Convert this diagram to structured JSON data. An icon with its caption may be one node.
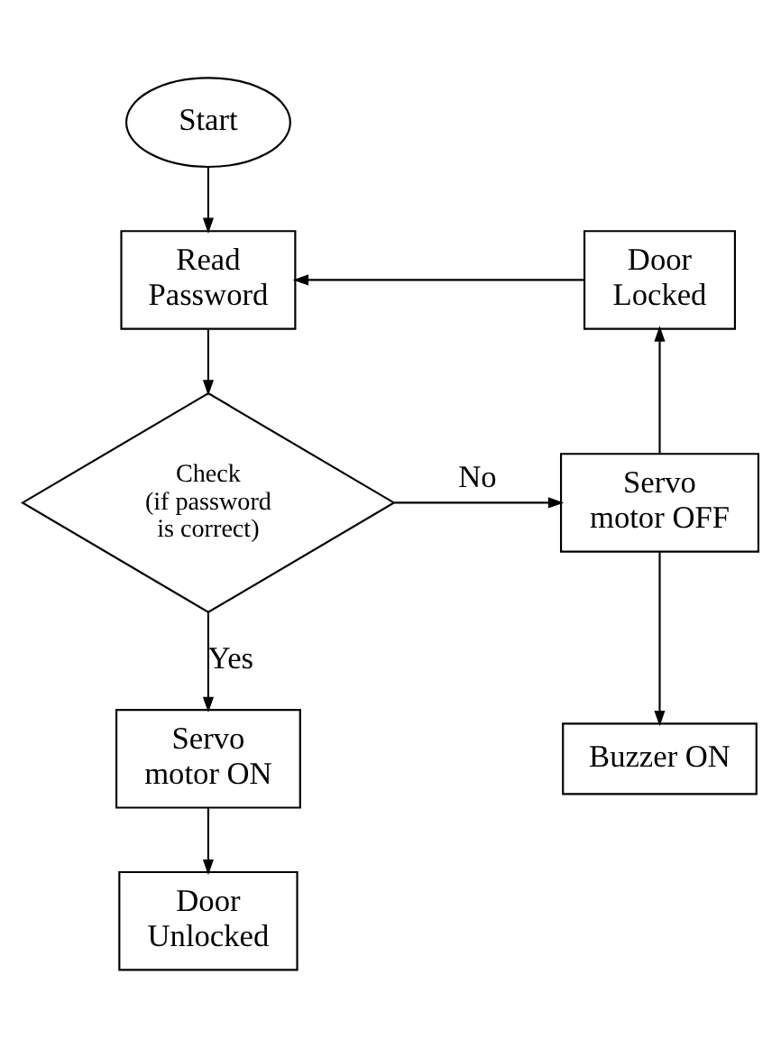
{
  "diagram": {
    "nodes": [
      {
        "text": [
          "Start"
        ]
      },
      {
        "text": [
          "Read Password"
        ]
      },
      {
        "text": [
          "Check (if password is correct)"
        ]
      },
      {
        "text": [
          "Servo motor OFF"
        ]
      },
      {
        "text": [
          "Door Locked"
        ]
      },
      {
        "text": [
          "Buzzer ON"
        ]
      },
      {
        "text": [
          "Servo motor ON"
        ]
      },
      {
        "text": [
          "Door Unlocked"
        ]
      }
    ],
    "edges": [
      {
        "from": 0,
        "to": 1,
        "arrow": "to"
      },
      {
        "from": 1,
        "to": 2,
        "arrow": "to"
      },
      {
        "from": 2,
        "to": 3,
        "arrow": "to",
        "label": "No"
      },
      {
        "from": 3,
        "to": 4,
        "arrow": "to"
      },
      {
        "from": 4,
        "to": 1,
        "arrow": "to"
      },
      {
        "from": 3,
        "to": 5,
        "arrow": "to"
      },
      {
        "from": 2,
        "to": 6,
        "arrow": "to",
        "label": "Yes"
      },
      {
        "from": 6,
        "to": 7,
        "arrow": "to"
      }
    ]
  }
}
